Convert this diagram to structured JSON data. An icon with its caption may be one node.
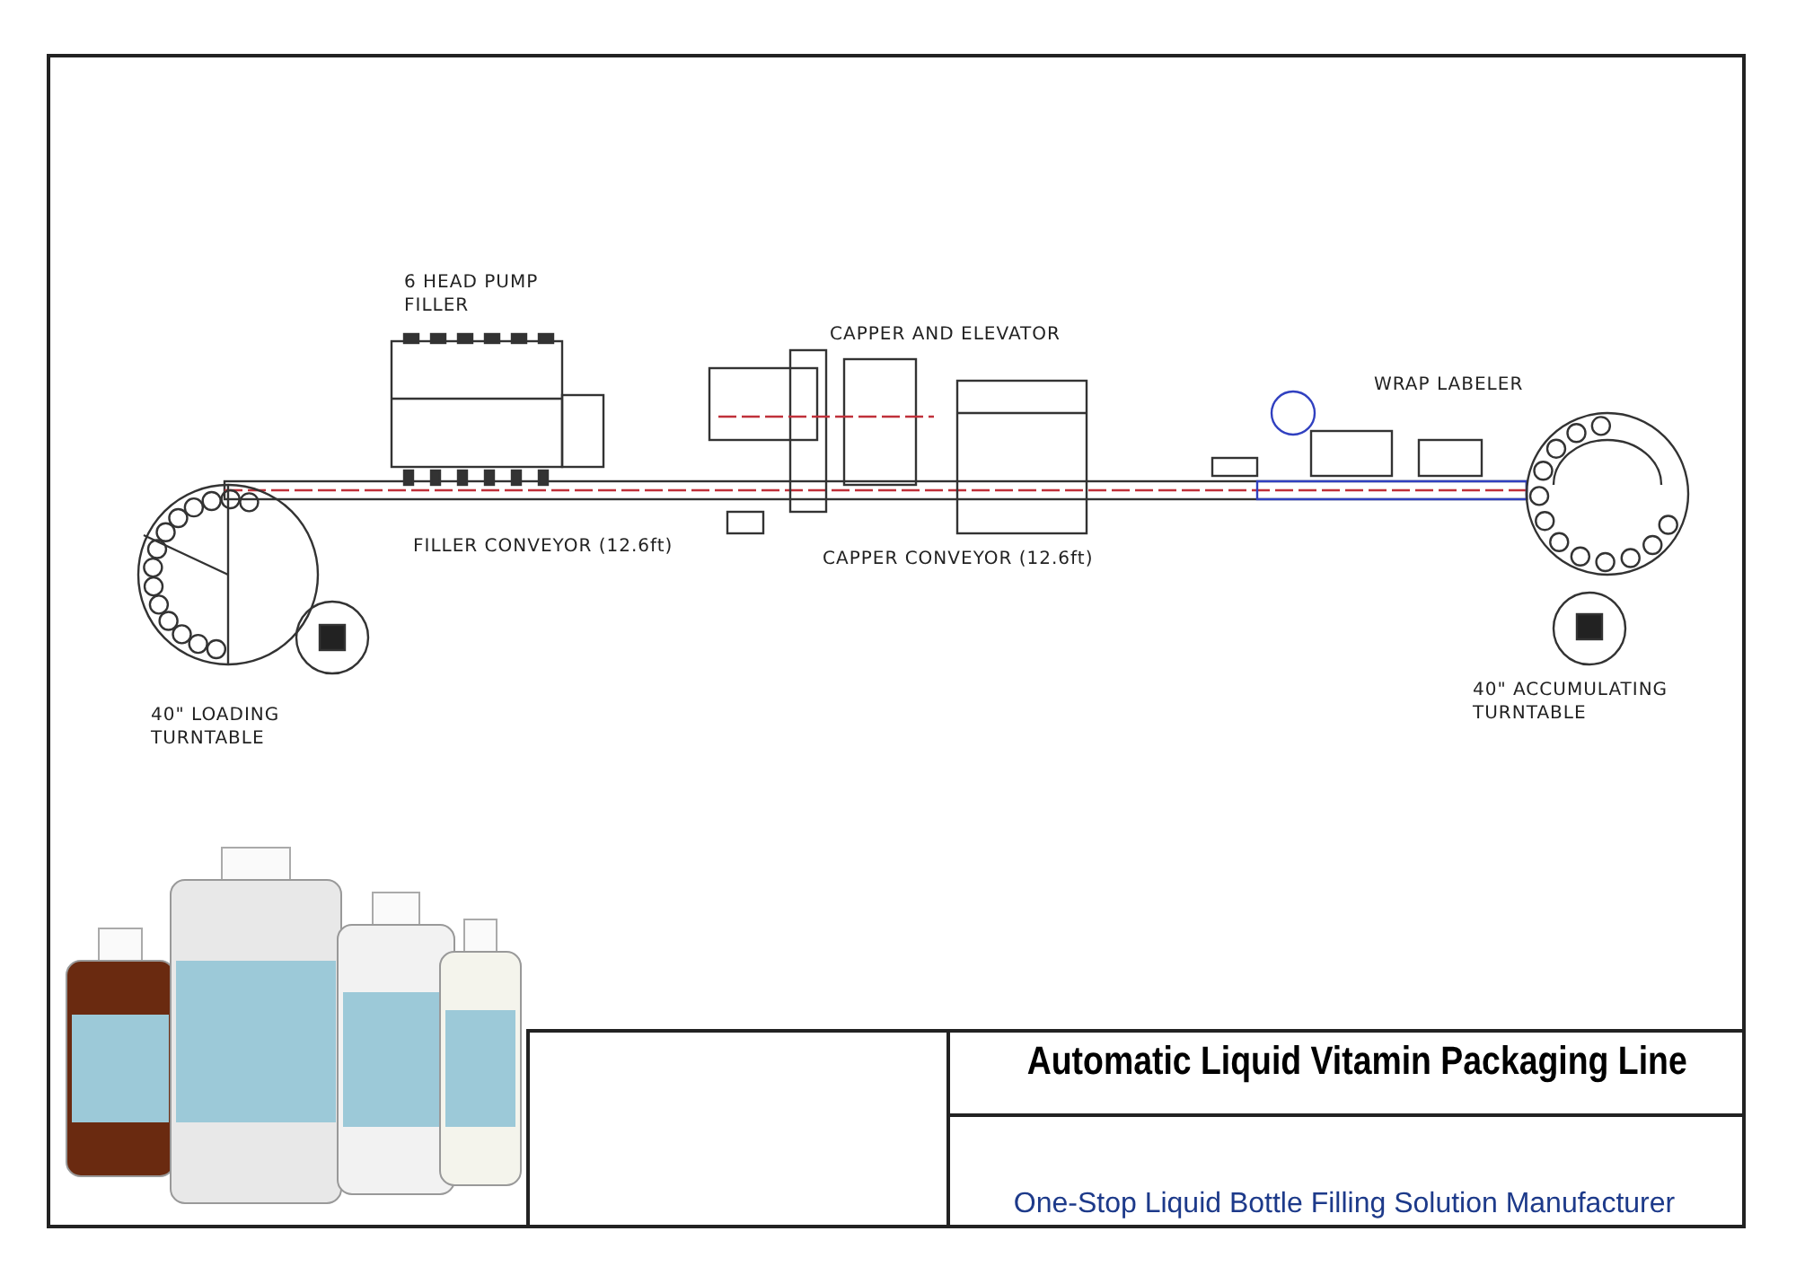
{
  "diagram": {
    "title": "Automatic Liquid Vitamin Packaging Line",
    "labels": [
      "6 HEAD PUMP FILLER",
      "CAPPER AND ELEVATOR",
      "WRAP LABELER",
      "FILLER CONVEYOR (12.6ft)",
      "CAPPER CONVEYOR (12.6ft)",
      "40\" LOADING TURNTABLE",
      "40\" ACCUMULATING TURNTABLE",
      "One-Stop Liquid Bottle Filling Solution Manufacturer"
    ]
  }
}
